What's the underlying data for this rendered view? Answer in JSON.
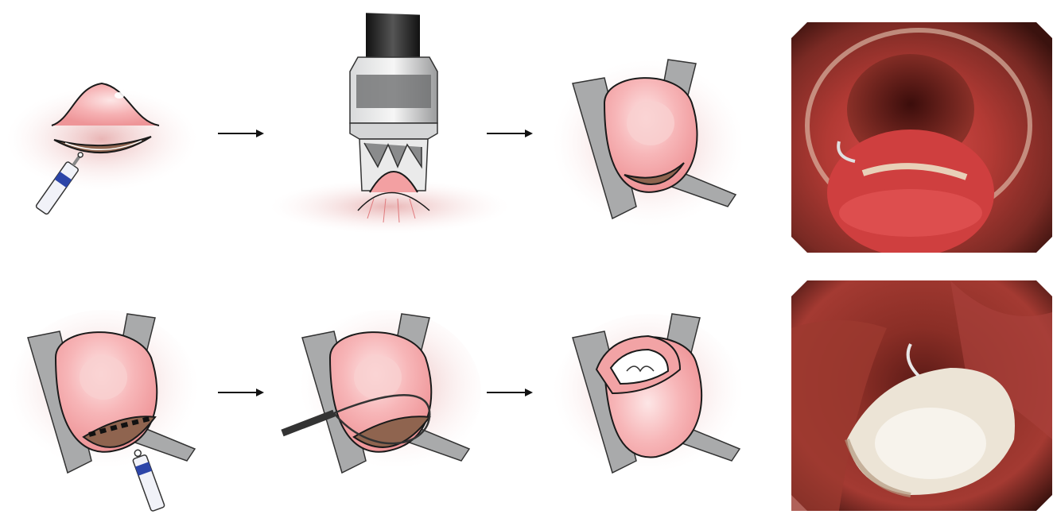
{
  "figure": {
    "steps_row1": [
      "injection-and-marking",
      "cap-suction",
      "clip-application"
    ],
    "steps_row2": [
      "incision",
      "snare-closure",
      "resection"
    ],
    "photos": [
      "endoscopic-view-clip-placed",
      "endoscopic-view-after-resection"
    ]
  },
  "colors": {
    "mucosa": "#f4a7a9",
    "mucosa_highlight": "#fde4e4",
    "shadow_halo": "#ecc2c2",
    "muscle": "#a0735a",
    "clip_metal": "#a9aaab",
    "arrow": "#111111"
  },
  "icons": [
    "arrow-right-icon",
    "injection-needle-icon",
    "endoscope-cap-icon",
    "over-the-scope-clip-icon",
    "snare-icon"
  ]
}
